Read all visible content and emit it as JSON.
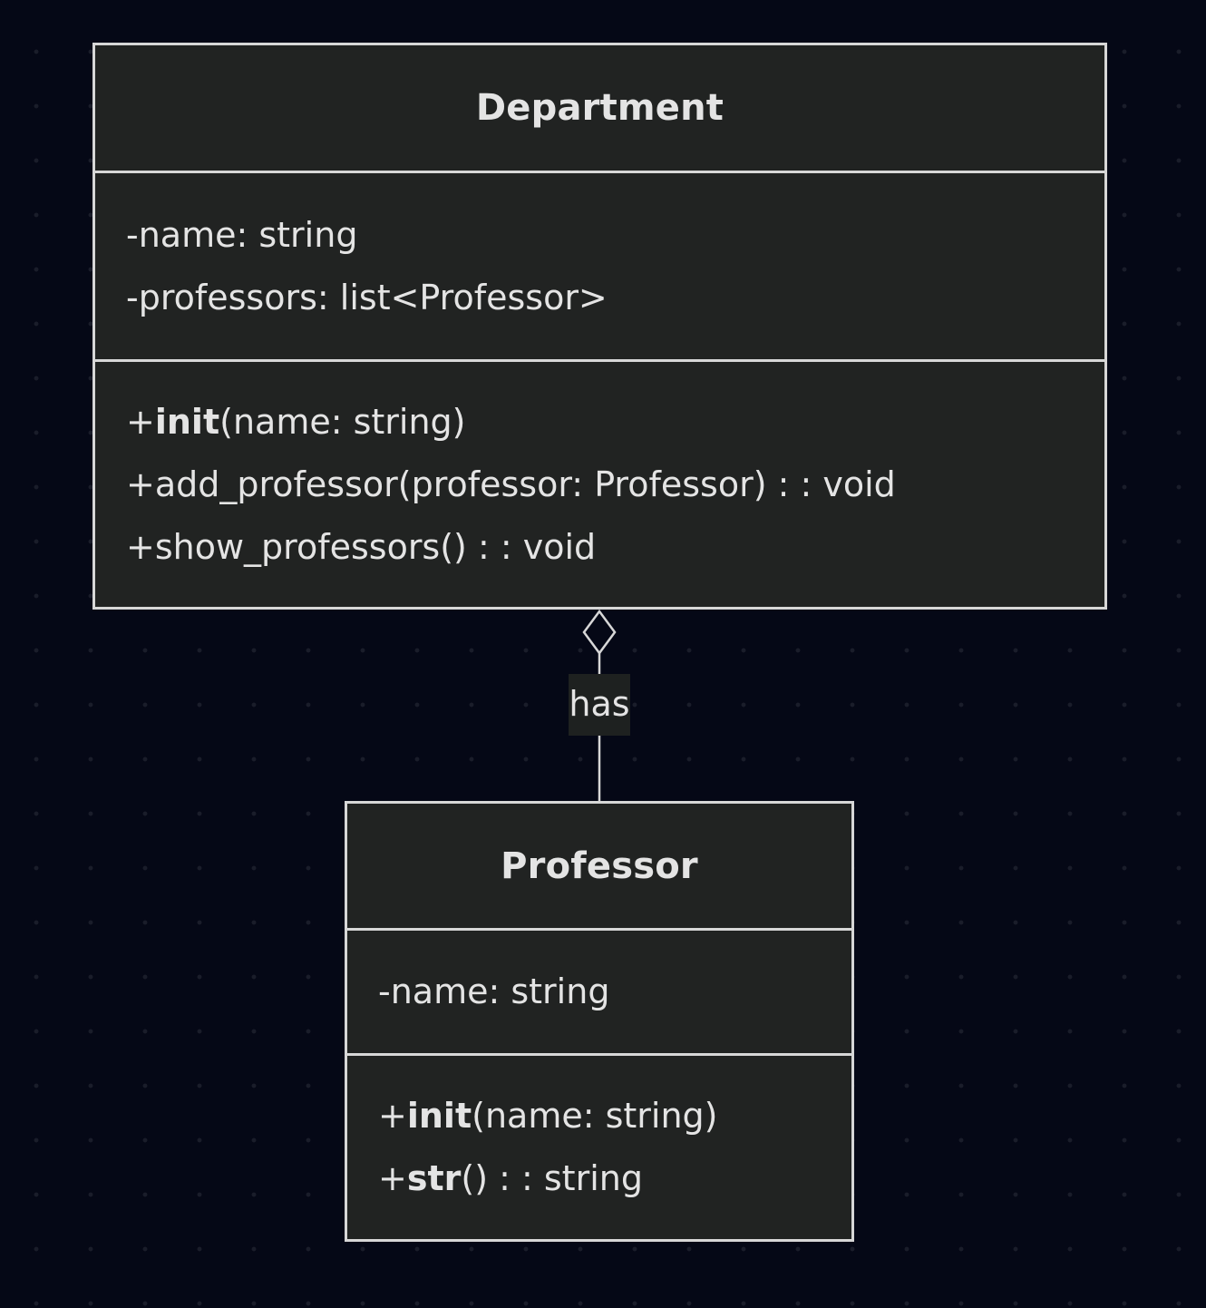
{
  "diagram": {
    "type": "class-diagram",
    "classes": [
      {
        "name": "Department",
        "attributes": [
          "-name: string",
          "-professors: list<Professor>"
        ],
        "methods": [
          {
            "prefix": "+",
            "name": "init",
            "bold": true,
            "rest": "(name: string)"
          },
          {
            "prefix": "+",
            "name": "add_professor",
            "bold": false,
            "rest": "(professor: Professor) : : void"
          },
          {
            "prefix": "+",
            "name": "show_professors",
            "bold": false,
            "rest": "() : : void"
          }
        ]
      },
      {
        "name": "Professor",
        "attributes": [
          "-name: string"
        ],
        "methods": [
          {
            "prefix": "+",
            "name": "init",
            "bold": true,
            "rest": "(name: string)"
          },
          {
            "prefix": "+",
            "name": "str",
            "bold": true,
            "rest": "() : : string"
          }
        ]
      }
    ],
    "relationships": [
      {
        "from": "Department",
        "to": "Professor",
        "kind": "aggregation",
        "label": "has"
      }
    ],
    "colors": {
      "background": "#050816",
      "box_fill": "#212322",
      "box_border": "#d7d7d7",
      "text": "#e4e4e4"
    }
  }
}
